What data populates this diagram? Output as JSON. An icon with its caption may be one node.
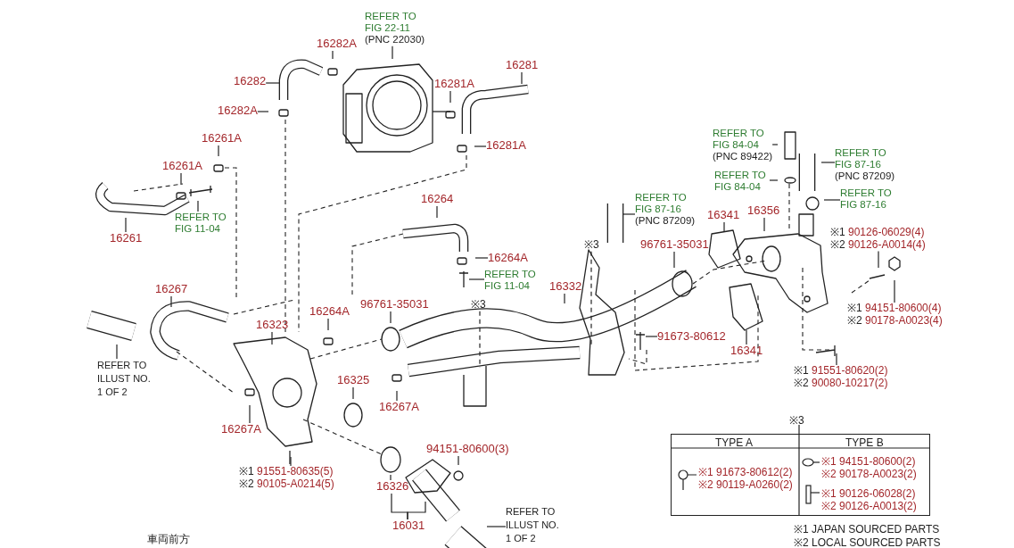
{
  "diagram": {
    "nodes": [
      {
        "text": [
          "REFER TO FIG 22-11",
          "(PNC 22030)"
        ]
      },
      {
        "text": [
          "16282A"
        ]
      },
      {
        "text": [
          "16281"
        ]
      },
      {
        "text": [
          "16282"
        ]
      },
      {
        "text": [
          "16281A"
        ]
      },
      {
        "text": [
          "16282A"
        ]
      },
      {
        "text": [
          "16281A"
        ]
      },
      {
        "text": [
          "16261A"
        ]
      },
      {
        "text": [
          "16261A"
        ]
      },
      {
        "text": [
          "16261"
        ]
      },
      {
        "text": [
          "REFER TO FIG 11-04"
        ]
      },
      {
        "text": [
          "16264"
        ]
      },
      {
        "text": [
          "16264A"
        ]
      },
      {
        "text": [
          "REFER TO FIG 11-04"
        ]
      },
      {
        "text": [
          "16267"
        ]
      },
      {
        "text": [
          "16323"
        ]
      },
      {
        "text": [
          "16264A"
        ]
      },
      {
        "text": [
          "96761-35031"
        ]
      },
      {
        "text": [
          "REFER TO ILLUST NO. 1 OF 2"
        ]
      },
      {
        "text": [
          "16325"
        ]
      },
      {
        "text": [
          "16267A"
        ]
      },
      {
        "text": [
          "16267A"
        ]
      },
      {
        "text": [
          "※1 91551-80635(5)",
          "※2 90105-A0214(5)"
        ]
      },
      {
        "text": [
          "94151-80600(3)"
        ]
      },
      {
        "text": [
          "16326"
        ]
      },
      {
        "text": [
          "16031"
        ]
      },
      {
        "text": [
          "REFER TO ILLUST NO. 1 OF 2"
        ]
      },
      {
        "text": [
          "16332"
        ]
      },
      {
        "text": [
          "※3"
        ]
      },
      {
        "text": [
          "REFER TO FIG 87-16",
          "(PNC 87209)"
        ]
      },
      {
        "text": [
          "96761-35031"
        ]
      },
      {
        "text": [
          "91673-80612"
        ]
      },
      {
        "text": [
          "16341"
        ]
      },
      {
        "text": [
          "16356"
        ]
      },
      {
        "text": [
          "16341"
        ]
      },
      {
        "text": [
          "REFER TO FIG 84-04",
          "(PNC 89422)"
        ]
      },
      {
        "text": [
          "REFER TO FIG 84-04"
        ]
      },
      {
        "text": [
          "REFER TO FIG 87-16",
          "(PNC 87209)"
        ]
      },
      {
        "text": [
          "REFER TO FIG 87-16"
        ]
      },
      {
        "text": [
          "※1 90126-06029(4)",
          "※2 90126-A0014(4)"
        ]
      },
      {
        "text": [
          "※1 94151-80600(4)",
          "※2 90178-A0023(4)"
        ]
      },
      {
        "text": [
          "※1 91551-80620(2)",
          "※2 90080-10217(2)"
        ]
      },
      {
        "text": [
          "※3"
        ]
      }
    ],
    "edges": [
      {
        "from": 0,
        "to": null,
        "arrow": "none"
      },
      {
        "from": 1,
        "to": null,
        "arrow": "none"
      },
      {
        "from": 2,
        "to": null,
        "arrow": "none"
      },
      {
        "from": 3,
        "to": null,
        "arrow": "none"
      },
      {
        "from": 4,
        "to": null,
        "arrow": "none"
      },
      {
        "from": 5,
        "to": null,
        "arrow": "none"
      },
      {
        "from": 6,
        "to": null,
        "arrow": "none"
      },
      {
        "from": 7,
        "to": null,
        "arrow": "none"
      },
      {
        "from": 8,
        "to": null,
        "arrow": "none"
      },
      {
        "from": 9,
        "to": null,
        "arrow": "none"
      },
      {
        "from": 10,
        "to": null,
        "arrow": "none"
      },
      {
        "from": 11,
        "to": null,
        "arrow": "none"
      },
      {
        "from": 12,
        "to": null,
        "arrow": "none"
      },
      {
        "from": 13,
        "to": null,
        "arrow": "none"
      },
      {
        "from": 14,
        "to": null,
        "arrow": "none"
      },
      {
        "from": 15,
        "to": null,
        "arrow": "none"
      },
      {
        "from": 16,
        "to": null,
        "arrow": "none"
      },
      {
        "from": 17,
        "to": null,
        "arrow": "none"
      },
      {
        "from": 18,
        "to": null,
        "arrow": "none"
      },
      {
        "from": 19,
        "to": null,
        "arrow": "none"
      },
      {
        "from": 20,
        "to": null,
        "arrow": "none"
      },
      {
        "from": 21,
        "to": null,
        "arrow": "none"
      },
      {
        "from": 22,
        "to": null,
        "arrow": "none"
      },
      {
        "from": 23,
        "to": null,
        "arrow": "none"
      },
      {
        "from": 24,
        "to": null,
        "arrow": "none"
      },
      {
        "from": 25,
        "to": null,
        "arrow": "none"
      },
      {
        "from": 26,
        "to": null,
        "arrow": "none"
      },
      {
        "from": 27,
        "to": null,
        "arrow": "none"
      },
      {
        "from": 28,
        "to": null,
        "arrow": "none",
        "style": "dashed"
      },
      {
        "from": 29,
        "to": null,
        "arrow": "none"
      },
      {
        "from": 30,
        "to": null,
        "arrow": "none"
      },
      {
        "from": 31,
        "to": null,
        "arrow": "none"
      },
      {
        "from": 32,
        "to": null,
        "arrow": "none"
      },
      {
        "from": 33,
        "to": null,
        "arrow": "none"
      },
      {
        "from": 34,
        "to": null,
        "arrow": "none"
      },
      {
        "from": 35,
        "to": null,
        "arrow": "none"
      },
      {
        "from": 36,
        "to": null,
        "arrow": "none"
      },
      {
        "from": 37,
        "to": null,
        "arrow": "none"
      },
      {
        "from": 38,
        "to": null,
        "arrow": "none"
      },
      {
        "from": 39,
        "to": null,
        "arrow": "none"
      },
      {
        "from": 40,
        "to": null,
        "arrow": "none"
      },
      {
        "from": 41,
        "to": null,
        "arrow": "none"
      },
      {
        "from": 42,
        "to": null,
        "arrow": "none",
        "style": "dashed"
      },
      {
        "from": 25,
        "to": 24,
        "arrow": "none"
      }
    ],
    "labels": [
      "※3",
      "TYPE A",
      "TYPE B",
      "※1 91673-80612(2)",
      "※2 90119-A0260(2)",
      "※1 94151-80600(2)",
      "※2 90178-A0023(2)",
      "※1 90126-06028(2)",
      "※2 90126-A0013(2)",
      "※1 JAPAN SOURCED PARTS",
      "車両前方",
      "※2 LOCAL SOURCED PARTS"
    ]
  }
}
